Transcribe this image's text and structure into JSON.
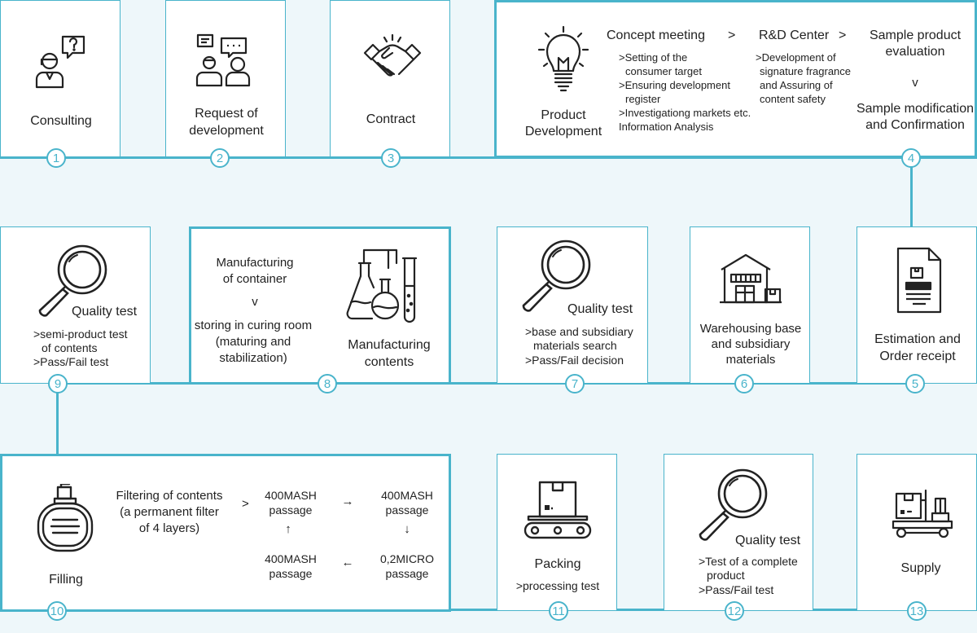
{
  "colors": {
    "accent": "#49b4cb",
    "background": "#eef7fa",
    "icon": "#222222"
  },
  "steps": {
    "s1": {
      "num": "1",
      "label": "Consulting",
      "icon": "consultant-icon"
    },
    "s2": {
      "num": "2",
      "label_l1": "Request of",
      "label_l2": "development",
      "icon": "team-chat-icon"
    },
    "s3": {
      "num": "3",
      "label": "Contract",
      "icon": "handshake-icon"
    },
    "s4": {
      "num": "4",
      "title_l1": "Product",
      "title_l2": "Development",
      "icon": "lightbulb-icon",
      "concept": "Concept meeting",
      "sep1": ">",
      "concept_items": [
        ">Setting of the",
        "consumer target",
        ">Ensuring development",
        "register",
        ">Investigationg markets etc.",
        "Information Analysis"
      ],
      "rnd": "R&D Center",
      "sep2": ">",
      "rnd_items": [
        ">Development of",
        "signature fragrance",
        "and Assuring of",
        "content safety"
      ],
      "sample_l1": "Sample product",
      "sample_l2": "evaluation",
      "sep3": "v",
      "modif_l1": "Sample modification",
      "modif_l2": "and Confirmation"
    },
    "s5": {
      "num": "5",
      "label_l1": "Estimation and",
      "label_l2": "Order receipt",
      "icon": "document-icon"
    },
    "s6": {
      "num": "6",
      "label_l1": "Warehousing base",
      "label_l2": "and subsidiary",
      "label_l3": "materials",
      "icon": "warehouse-icon"
    },
    "s7": {
      "num": "7",
      "title": "Quality test",
      "items": [
        ">base and subsidiary",
        "materials search",
        ">Pass/Fail decision"
      ],
      "icon": "magnifier-icon"
    },
    "s8": {
      "num": "8",
      "left_l1": "Manufacturing",
      "left_l2": "of container",
      "sep": "v",
      "left_l3": "storing in curing room",
      "left_l4": "(maturing and",
      "left_l5": "stabilization)",
      "label_l1": "Manufacturing",
      "label_l2": "contents",
      "icon": "lab-flask-icon"
    },
    "s9": {
      "num": "9",
      "title": "Quality test",
      "items": [
        ">semi-product test",
        "of contents",
        ">Pass/Fail test"
      ],
      "icon": "magnifier-icon"
    },
    "s10": {
      "num": "10",
      "label": "Filling",
      "icon": "perfume-bottle-icon",
      "filter_l1": "Filtering of contents",
      "filter_l2": "(a permanent filter",
      "filter_l3": "of 4 layers)",
      "sep": ">",
      "p1_l1": "400MASH",
      "p1_l2": "passage",
      "p2_l1": "400MASH",
      "p2_l2": "passage",
      "p3_l1": "0,2MICRO",
      "p3_l2": "passage",
      "p4_l1": "400MASH",
      "p4_l2": "passage",
      "arrow_right": "→",
      "arrow_down": "↓",
      "arrow_left": "←",
      "arrow_up": "↑"
    },
    "s11": {
      "num": "11",
      "label": "Packing",
      "sub": ">processing test",
      "icon": "conveyor-box-icon"
    },
    "s12": {
      "num": "12",
      "title": "Quality test",
      "items": [
        ">Test of a complete",
        "product",
        ">Pass/Fail test"
      ],
      "icon": "magnifier-icon"
    },
    "s13": {
      "num": "13",
      "label": "Supply",
      "icon": "delivery-truck-icon"
    }
  }
}
